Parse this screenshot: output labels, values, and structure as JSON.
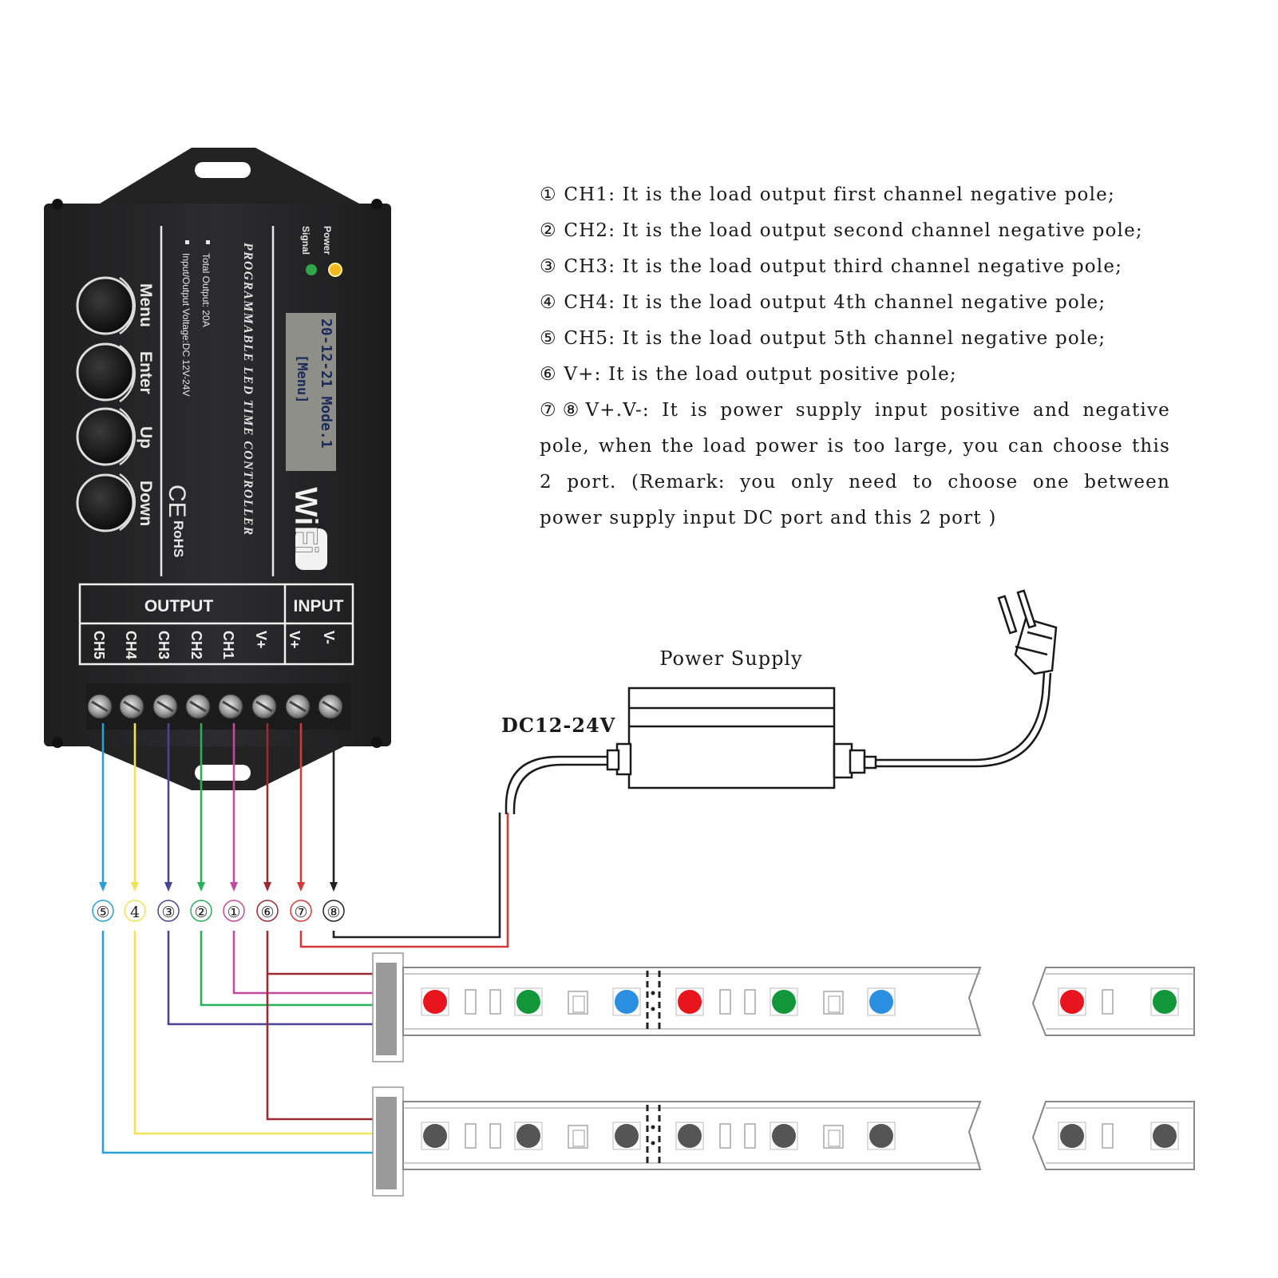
{
  "controller": {
    "title": "PROGRAMMABLE LED TIME CONTROLLER",
    "spec_total_output": "Total Output: 20A",
    "spec_voltage": "Input/Output Voltage:DC 12V-24V",
    "indicator_power": "Power",
    "indicator_signal": "Signal",
    "lcd_line1": "20-12-21 Mode.1",
    "lcd_line2": "[Menu]",
    "wifi_logo": "WiFi",
    "ce_mark": "CE",
    "rohs_mark": "RoHS",
    "buttons": [
      "Menu",
      "Enter",
      "Up",
      "Down"
    ],
    "output_header": "OUTPUT",
    "input_header": "INPUT",
    "terminals": [
      "CH5",
      "CH4",
      "CH3",
      "CH2",
      "CH1",
      "V+",
      "V+",
      "V-"
    ]
  },
  "wire_colors": [
    "#2a9fd6",
    "#f2e255",
    "#4a4592",
    "#2bb05a",
    "#c04aa0",
    "#9b2a32",
    "#d33a3a",
    "#222222"
  ],
  "numbers": [
    "⑤",
    "4",
    "③",
    "②",
    "①",
    "⑥",
    "⑦",
    "⑧"
  ],
  "description": [
    "① CH1: It is the load output first channel negative pole;",
    "② CH2: It is the load output second channel negative pole;",
    "③ CH3: It is the load output third channel negative pole;",
    "④ CH4: It is the load output 4th channel negative pole;",
    "⑤ CH5: It is the load output 5th channel negative pole;",
    "⑥ V+: It is the load output positive pole;",
    "⑦⑧V+.V-: It is power supply input positive and negative",
    "pole, when the load power is too large, you can choose this",
    "2 port. (Remark: you only need to choose one between",
    "power supply input DC port and this 2 port )"
  ],
  "power_supply": {
    "label": "Power Supply",
    "voltage": "DC12-24V"
  },
  "led_colors": {
    "red": "#e8141e",
    "green": "#12963a",
    "blue": "#2a8fe0",
    "grey": "#555555"
  }
}
